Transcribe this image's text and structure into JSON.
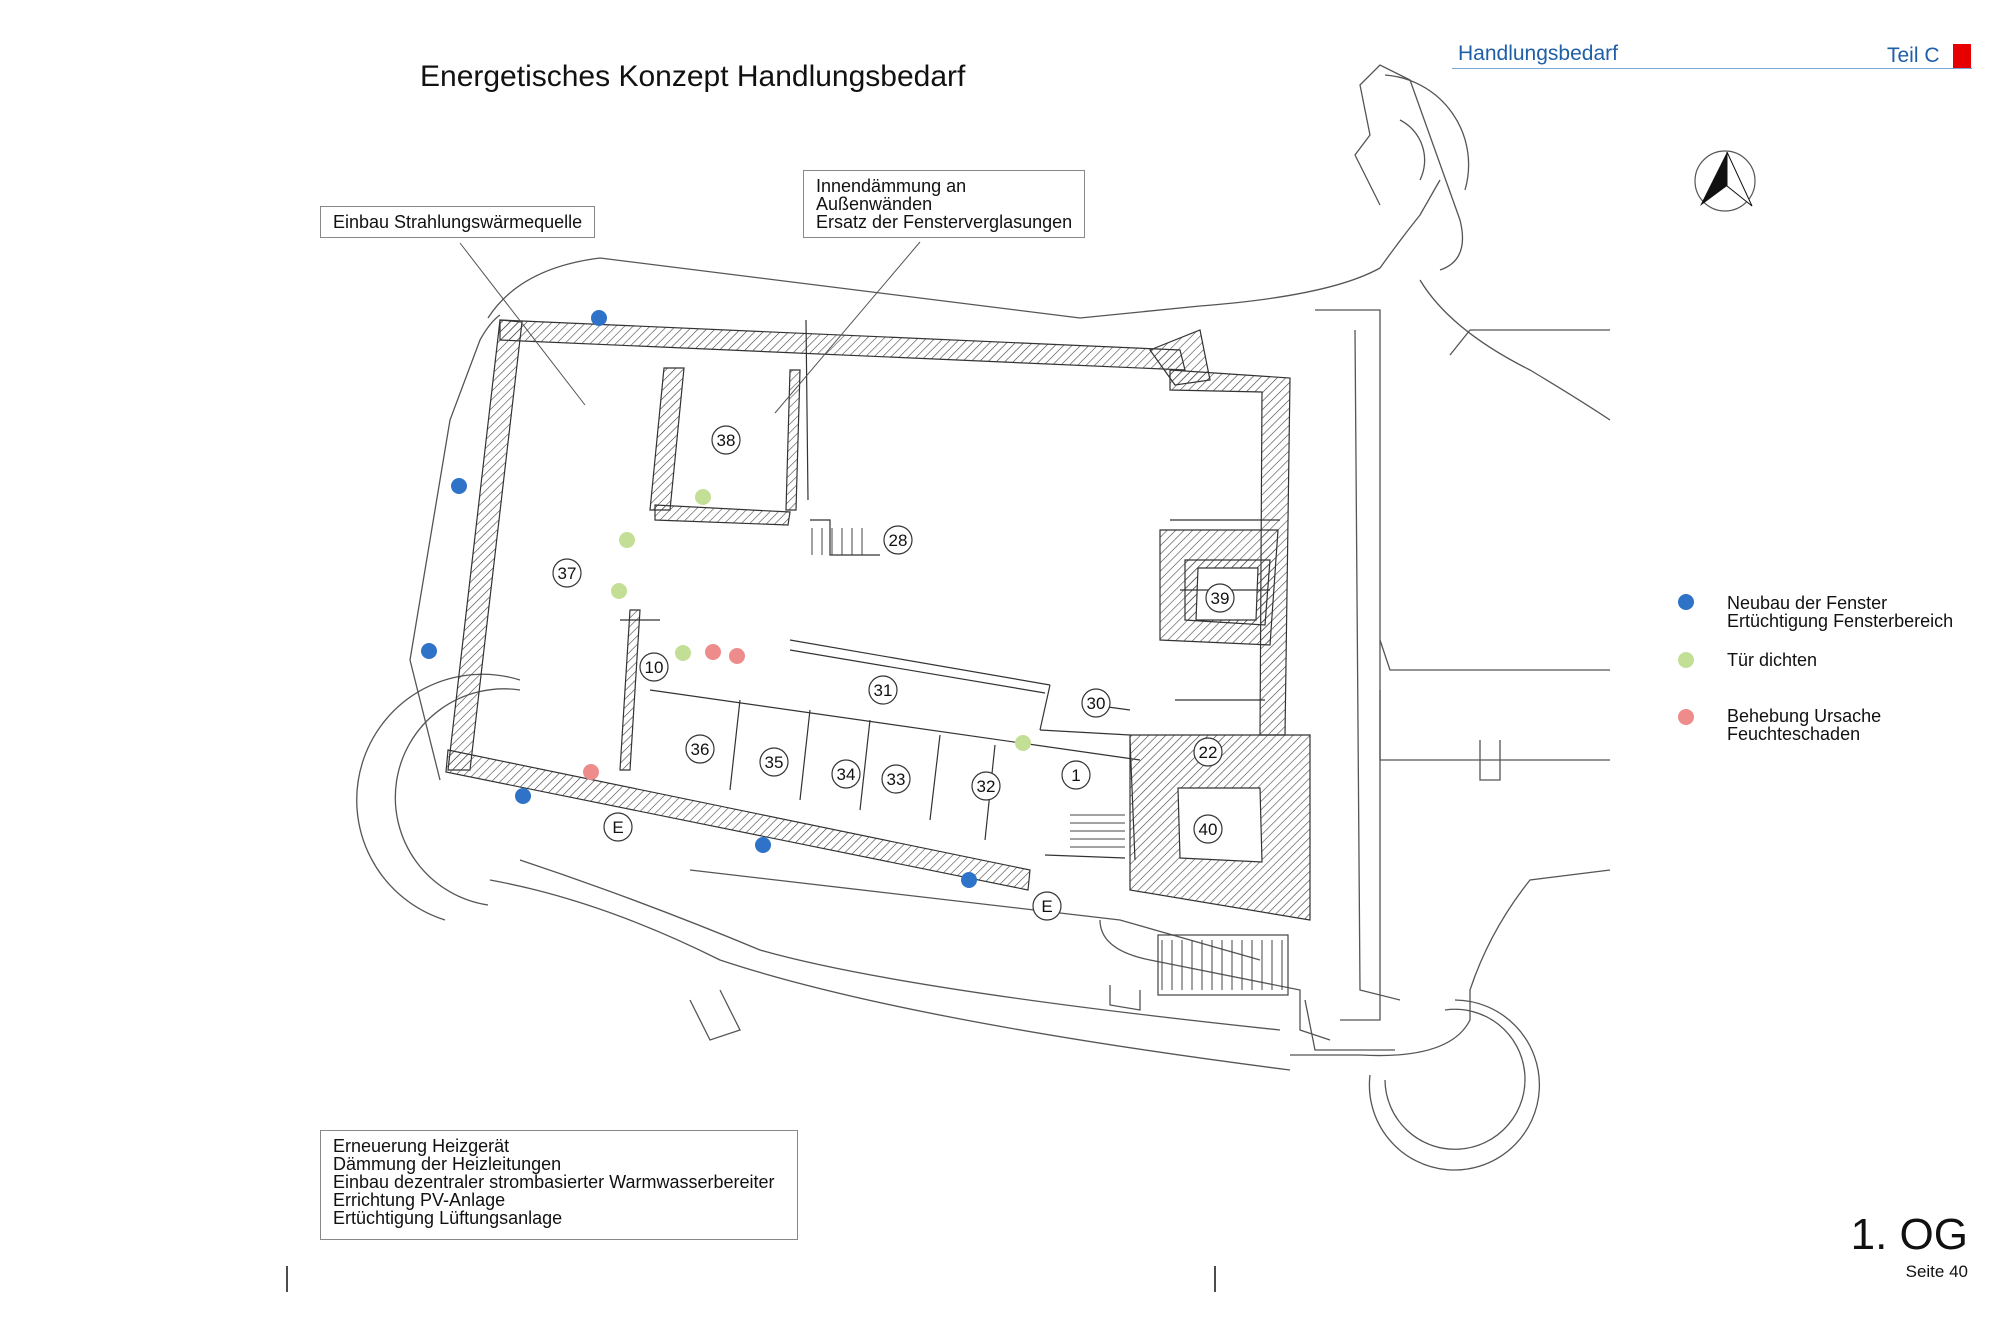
{
  "header": {
    "section": "Handlungsbedarf",
    "part": "Teil C",
    "accent_color": "#e60000",
    "text_color": "#1f5fa8"
  },
  "title": "Energetisches Konzept Handlungsbedarf",
  "callouts": {
    "radiant_heat": "Einbau Strahlungswärmequelle",
    "insulation": [
      "Innendämmung an",
      "Außenwänden",
      "Ersatz der Fensterverglasungen"
    ],
    "measures": [
      "Erneuerung Heizgerät",
      "Dämmung der Heizleitungen",
      "Einbau dezentraler strombasierter Warmwasserbereiter",
      "Errichtung PV-Anlage",
      "Ertüchtigung Lüftungsanlage"
    ]
  },
  "legend": [
    {
      "color": "#2f73c8",
      "lines": [
        "Neubau der Fenster",
        "Ertüchtigung Fensterbereich"
      ]
    },
    {
      "color": "#c3df96",
      "lines": [
        "Tür dichten"
      ]
    },
    {
      "color": "#ee8c8c",
      "lines": [
        "Behebung Ursache",
        "Feuchteschaden"
      ]
    }
  ],
  "rooms": [
    "38",
    "28",
    "37",
    "39",
    "10",
    "31",
    "30",
    "22",
    "36",
    "35",
    "34",
    "33",
    "32",
    "1",
    "40",
    "E",
    "E"
  ],
  "icons": {
    "north_arrow": "north-arrow-icon"
  },
  "floor": "1. OG",
  "page_label": "Seite 40"
}
